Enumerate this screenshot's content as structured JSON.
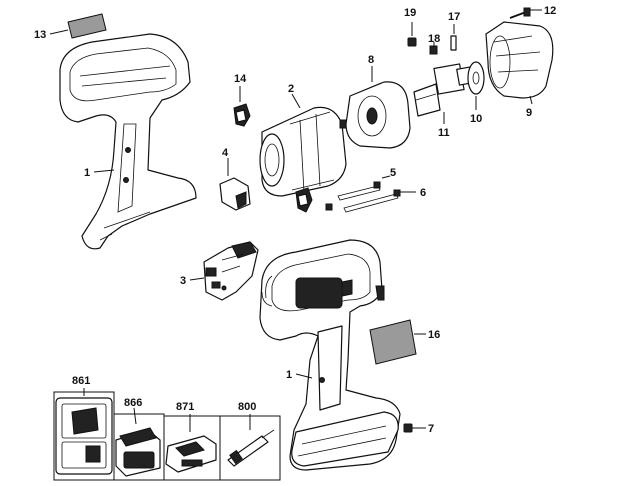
{
  "callouts": {
    "c13": "13",
    "c1a": "1",
    "c14": "14",
    "c2": "2",
    "c4": "4",
    "c19": "19",
    "c18": "18",
    "c17": "17",
    "c12": "12",
    "c8": "8",
    "c11": "11",
    "c10": "10",
    "c9": "9",
    "c5": "5",
    "c6": "6",
    "c3": "3",
    "c16": "16",
    "c1b": "1",
    "c7": "7",
    "c861": "861",
    "c866": "866",
    "c871": "871",
    "c800": "800"
  }
}
